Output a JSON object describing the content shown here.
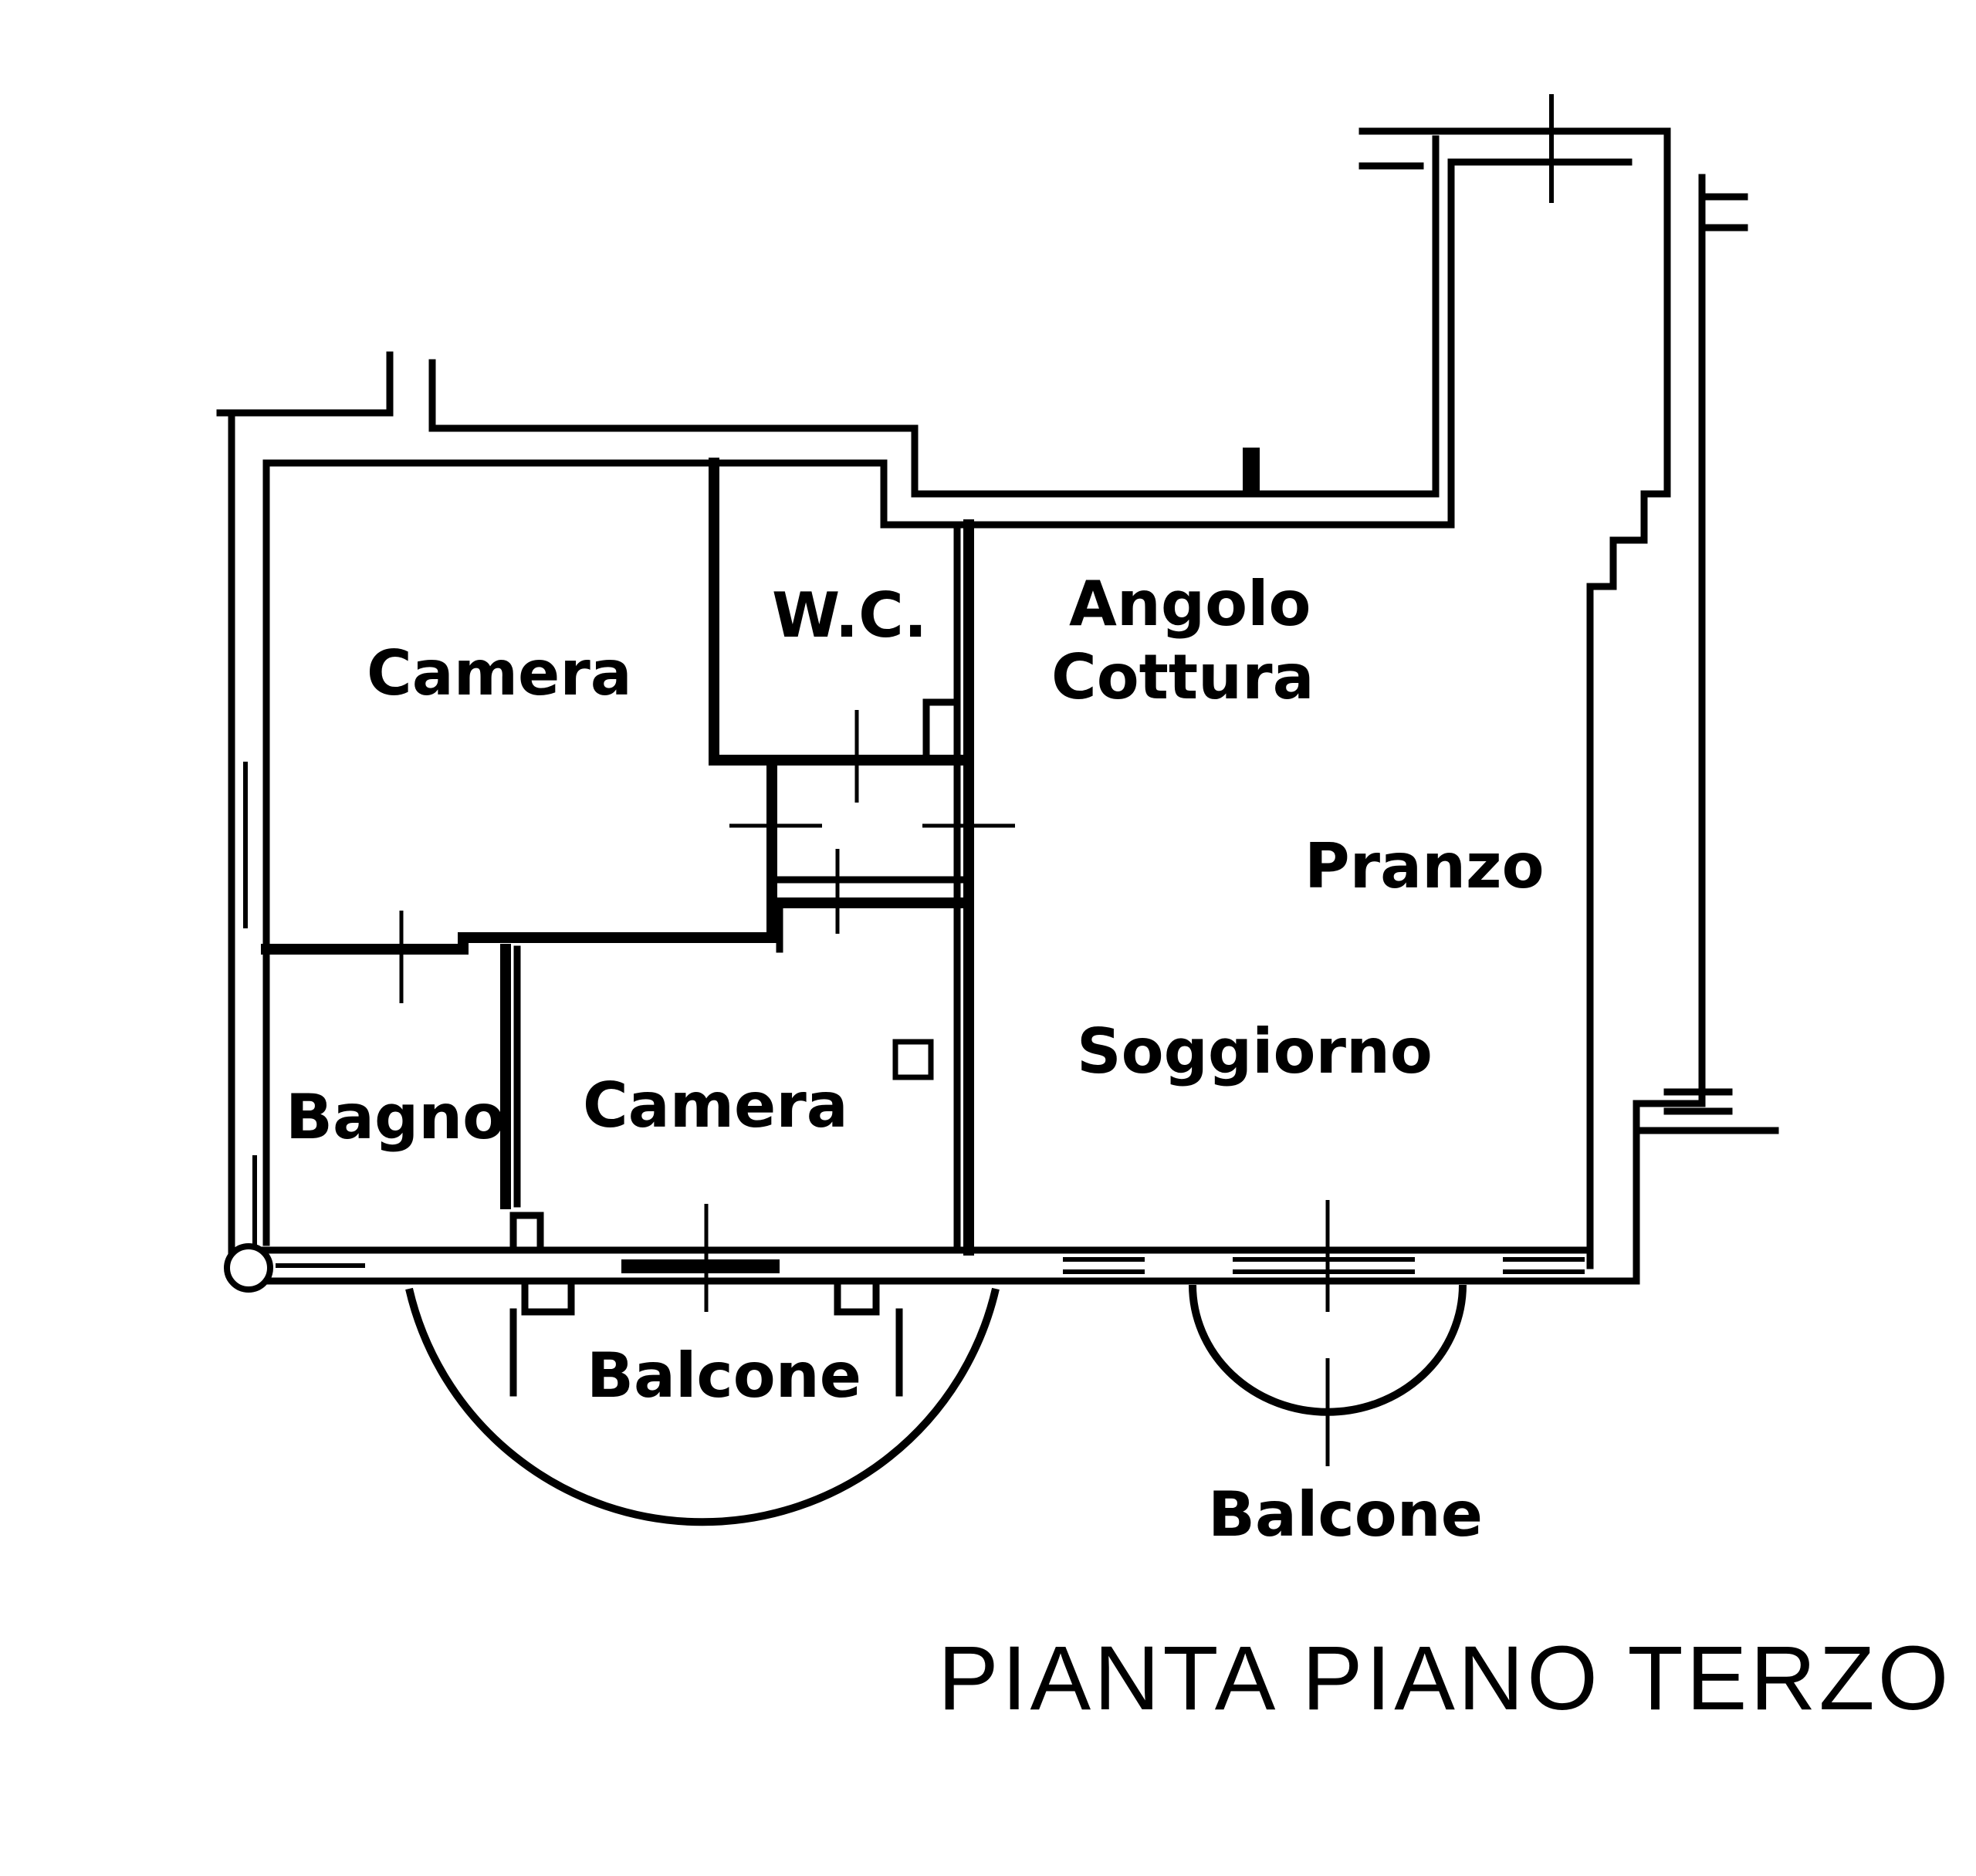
{
  "title": "PIANTA PIANO TERZO",
  "rooms": {
    "camera_1": "Camera",
    "wc": "W.C.",
    "angolo": "Angolo",
    "cottura": "Cottura",
    "pranzo": "Pranzo",
    "soggiorno": "Soggiorno",
    "bagno": "Bagno",
    "camera_2": "Camera",
    "balcone_1": "Balcone",
    "balcone_2": "Balcone"
  }
}
